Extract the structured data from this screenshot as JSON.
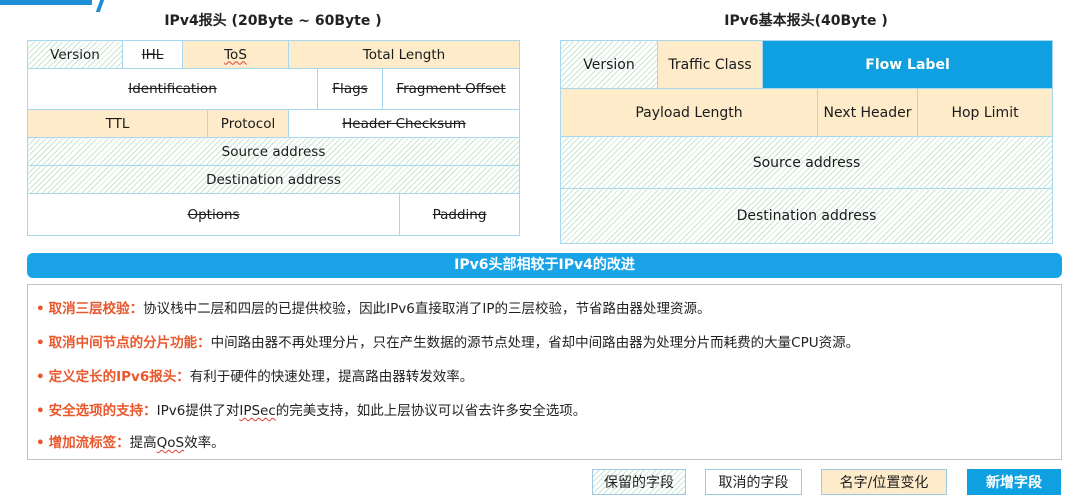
{
  "ipv4": {
    "title": "IPv4报头 (20Byte ~ 60Byte )",
    "version": "Version",
    "ihl": "IHL",
    "tos": "ToS",
    "total_length": "Total Length",
    "identification": "Identification",
    "flags": "Flags",
    "fragment_offset": "Fragment Offset",
    "ttl": "TTL",
    "protocol": "Protocol",
    "header_checksum": "Header Checksum",
    "source_address": "Source address",
    "destination_address": "Destination address",
    "options": "Options",
    "padding": "Padding"
  },
  "ipv6": {
    "title": "IPv6基本报头(40Byte )",
    "version": "Version",
    "traffic_class": "Traffic Class",
    "flow_label": "Flow Label",
    "payload_length": "Payload Length",
    "next_header": "Next Header",
    "hop_limit": "Hop Limit",
    "source_address": "Source address",
    "destination_address": "Destination address"
  },
  "improvements": {
    "title": "IPv6头部相较于IPv4的改进",
    "bullet": "•",
    "items": [
      {
        "keyword": "取消三层校验：",
        "pre": "协议栈中二层和四层的已提供校验，因此IPv6直接取消了IP的三层校验，节省路由器处理资源。",
        "mark": "",
        "post": ""
      },
      {
        "keyword": "取消中间节点的分片功能：",
        "pre": "中间路由器不再处理分片，只在产生数据的源节点处理，省却中间路由器为处理分片而耗费的大量CPU资源。",
        "mark": "",
        "post": ""
      },
      {
        "keyword": "定义定长的IPv6报头：",
        "pre": "有利于硬件的快速处理，提高路由器转发效率。",
        "mark": "",
        "post": ""
      },
      {
        "keyword": "安全选项的支持：",
        "pre": "IPv6提供了对",
        "mark": "IPSec",
        "post": "的完美支持，如此上层协议可以省去许多安全选项。"
      },
      {
        "keyword": "增加流标签：",
        "pre": "提高",
        "mark": "QoS",
        "post": "效率。"
      }
    ]
  },
  "legend": {
    "kept": "保留的字段",
    "removed": "取消的字段",
    "changed": "名字/位置变化",
    "added": "新增字段"
  },
  "colors": {
    "accent_blue": "#1aa3e6",
    "added_field": "#0ea0e0",
    "changed_field": "#fdebc9",
    "kept_hatch": "#c9e6d4",
    "keyword_orange": "#e9582d",
    "border": "#a8d8ef"
  }
}
